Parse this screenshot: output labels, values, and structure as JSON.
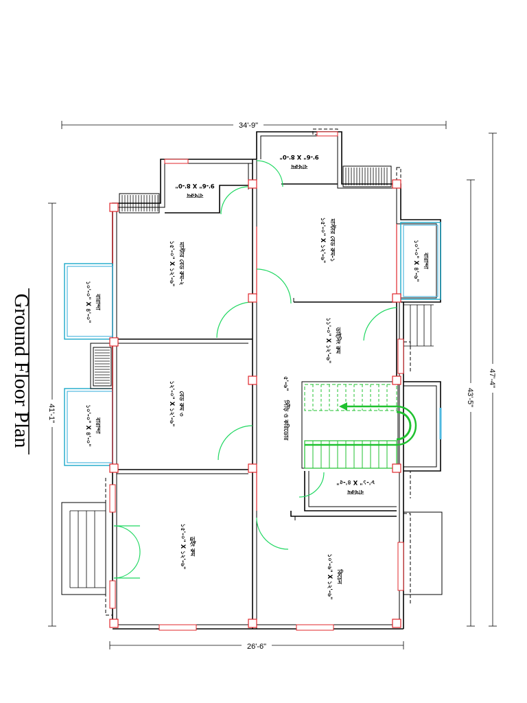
{
  "title": "Ground Floor Plan",
  "dimensions": {
    "top": "34'-9\"",
    "bottom": "26'-6\"",
    "left": "41'-1\"",
    "right_inner": "43'-5\"",
    "right_outer": "47'-4\""
  },
  "rooms": {
    "bath_top_right": [
      "বাথরুম",
      "9'-6\" X 8'-0\""
    ],
    "bath_top_left": [
      "বাথরুম",
      "9'-6\" X 8'-0\""
    ],
    "bedroom_top_right": [
      "মাস্টার বেড রুম-১",
      "১৫'-০\" X ১২'-৬\""
    ],
    "bedroom_top_left": [
      "মাস্টার বেড রুম-২",
      "১৫'-০\" X ১২'-৬\""
    ],
    "balcony_right": [
      "বারান্দা",
      "১০'-০\" X ৪'-৬\""
    ],
    "balcony_left_top": [
      "বারান্দা",
      "১০'-০\" X ৪'-০\""
    ],
    "balcony_left_mid": [
      "বারান্দা",
      "১০'-০\" X ৪'-০\""
    ],
    "dining": [
      "ডাইনিং রুম",
      "১১'-০\" X ১২'-৬\""
    ],
    "bedroom_mid": [
      "বেড রুম ৩",
      "১২'-০\" X ১২'-৬\""
    ],
    "stair_corridor": [
      "সিঁড়ি ও করিডোর",
      "৫'-৬\""
    ],
    "bath_small": [
      "বাথরুম",
      "৮'-১\" X ৪'-৫\""
    ],
    "drawing": [
      "ড্রইং রুম",
      "১৫'-০\" X ১২'-৬\""
    ],
    "kitchen": [
      "কিচেন",
      "১০'-৬\" X ১২'-৬\""
    ]
  },
  "colors": {
    "column": "#e0242a",
    "door": "#1ed760",
    "stair": "#1fc12f",
    "balcony": "#1aa9c9"
  }
}
